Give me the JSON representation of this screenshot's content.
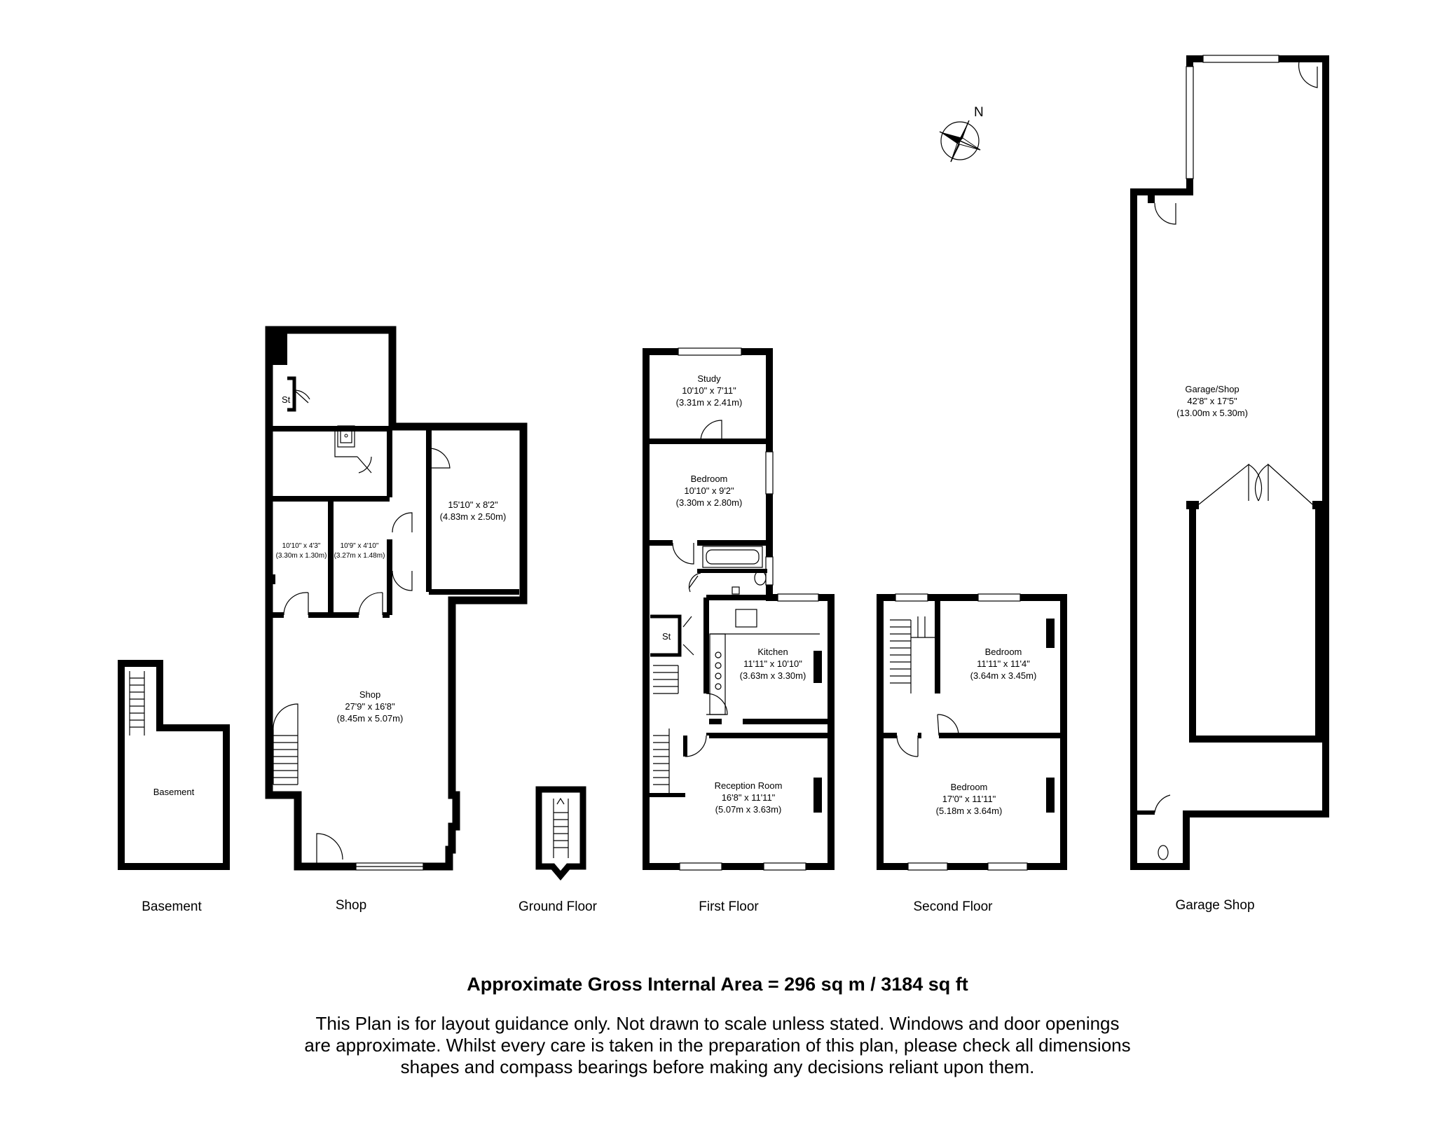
{
  "compass": {
    "label": "N"
  },
  "floor_labels": {
    "basement": "Basement",
    "shop": "Shop",
    "ground": "Ground Floor",
    "first": "First Floor",
    "second": "Second Floor",
    "garage": "Garage Shop"
  },
  "rooms": {
    "basement": {
      "name": "Basement"
    },
    "shop_store": {
      "name": "St"
    },
    "shop_room": {
      "name": "",
      "imperial": "15'10\" x 8'2\"",
      "metric": "(4.83m x 2.50m)"
    },
    "shop_small1": {
      "name": "",
      "imperial": "10'10\" x 4'3\"",
      "metric": "(3.30m x 1.30m)"
    },
    "shop_small2": {
      "name": "",
      "imperial": "10'9\" x 4'10\"",
      "metric": "(3.27m x 1.48m)"
    },
    "shop_main": {
      "name": "Shop",
      "imperial": "27'9\" x 16'8\"",
      "metric": "(8.45m x 5.07m)"
    },
    "study": {
      "name": "Study",
      "imperial": "10'10\" x 7'11\"",
      "metric": "(3.31m x 2.41m)"
    },
    "first_bedroom": {
      "name": "Bedroom",
      "imperial": "10'10\" x 9'2\"",
      "metric": "(3.30m x 2.80m)"
    },
    "first_store": {
      "name": "St"
    },
    "kitchen": {
      "name": "Kitchen",
      "imperial": "11'11\" x 10'10\"",
      "metric": "(3.63m x 3.30m)"
    },
    "reception": {
      "name": "Reception Room",
      "imperial": "16'8\" x 11'11\"",
      "metric": "(5.07m x 3.63m)"
    },
    "second_bedroom_rear": {
      "name": "Bedroom",
      "imperial": "11'11\" x 11'4\"",
      "metric": "(3.64m x 3.45m)"
    },
    "second_bedroom_front": {
      "name": "Bedroom",
      "imperial": "17'0\" x 11'11\"",
      "metric": "(5.18m x 3.64m)"
    },
    "garage": {
      "name": "Garage/Shop",
      "imperial": "42'8\" x 17'5\"",
      "metric": "(13.00m x 5.30m)"
    }
  },
  "area": {
    "text": "Approximate Gross Internal Area = 296 sq m  / 3184 sq ft"
  },
  "disclaimer": {
    "line1": "This Plan is for layout guidance only. Not drawn to scale unless stated. Windows and door openings",
    "line2": "are approximate. Whilst every care is taken in the preparation of this plan, please check all dimensions",
    "line3": "shapes and compass bearings before making any decisions reliant upon them."
  }
}
